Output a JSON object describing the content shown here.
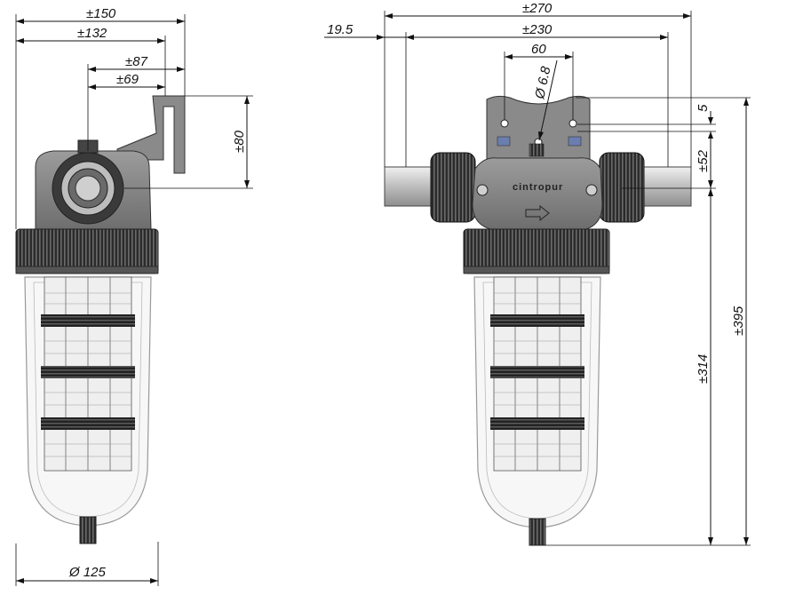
{
  "drawing": {
    "side_view": {
      "dim_150": "±150",
      "dim_132": "±132",
      "dim_87": "±87",
      "dim_69": "±69",
      "dim_80": "±80",
      "dim_125": "Ø 125"
    },
    "front_view": {
      "dim_270": "±270",
      "dim_19_5": "19.5",
      "dim_230": "±230",
      "dim_60": "60",
      "dim_6_8": "Ø 6.8",
      "dim_5": "5",
      "dim_52": "±52",
      "dim_314": "±314",
      "dim_395": "±395",
      "brand": "cintropur"
    }
  },
  "colors": {
    "line": "#111111",
    "body_gray": "#8a8a8a",
    "body_dark": "#4a4a4a",
    "knob_black": "#1e1e1e",
    "bowl_outline": "#9a9a9a",
    "sleeve_light": "#d8d8d8"
  }
}
